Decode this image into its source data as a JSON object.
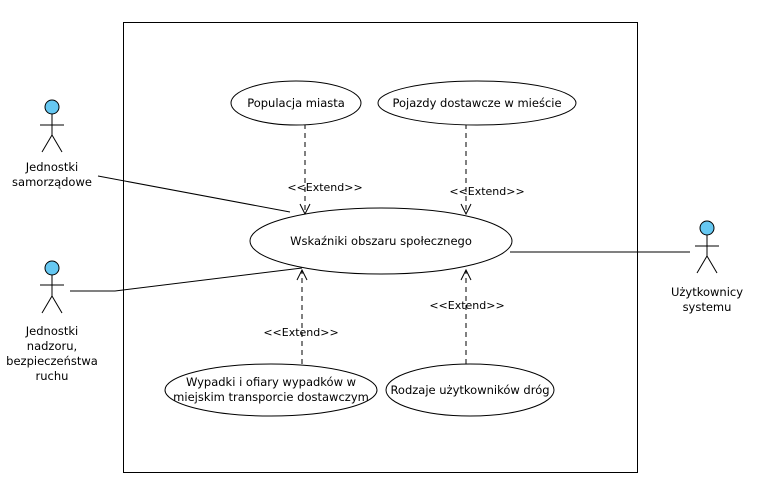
{
  "diagram": {
    "actors": [
      {
        "id": "jst",
        "lines": [
          "Jednostki",
          "samorządowe"
        ]
      },
      {
        "id": "brd",
        "lines": [
          "Jednostki",
          "nadzoru,",
          "bezpieczeństwa",
          "ruchu"
        ]
      },
      {
        "id": "usr",
        "lines": [
          "Użytkownicy",
          "systemu"
        ]
      }
    ],
    "use_cases": [
      {
        "id": "pop",
        "lines": [
          "Populacja miasta"
        ]
      },
      {
        "id": "poj",
        "lines": [
          "Pojazdy dostawcze w mieście"
        ]
      },
      {
        "id": "main",
        "lines": [
          "Wskaźniki obszaru społecznego"
        ]
      },
      {
        "id": "wyp",
        "lines": [
          "Wypadki i ofiary wypadków w",
          "miejskim transporcie dostawczym"
        ]
      },
      {
        "id": "rodz",
        "lines": [
          "Rodzaje użytkowników dróg"
        ]
      }
    ],
    "extend_label": "<<Extend>>",
    "colors": {
      "actor_head": "#66c8f2",
      "stroke": "#000000",
      "background": "#ffffff"
    }
  }
}
